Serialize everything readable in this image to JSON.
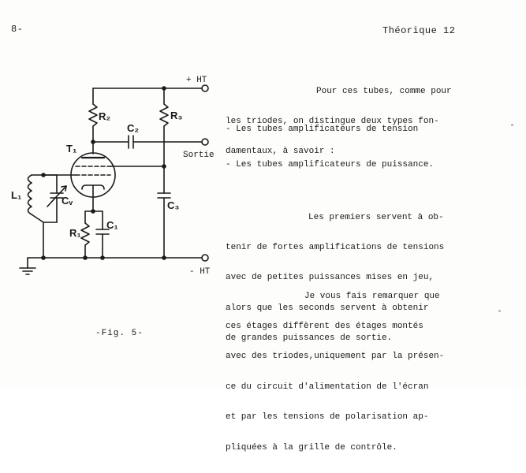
{
  "page_number": "8-",
  "header_title": "Théorique 12",
  "figure": {
    "caption": "-Fig. 5-",
    "labels": {
      "plus_ht": "+ HT",
      "minus_ht": "- HT",
      "sortie": "Sortie",
      "r2": "R₂",
      "r3": "R₃",
      "c2": "C₂",
      "t1": "T₁",
      "l1": "L₁",
      "cv": "Cᵥ",
      "c3": "C₃",
      "r1": "R₁",
      "c1": "C₁"
    }
  },
  "body": {
    "paragraph1": [
      "Pour ces tubes, comme pour",
      "les triodes, on distingue deux types fon-",
      "damentaux, à savoir :"
    ],
    "item1": "- Les tubes amplificateurs de tension",
    "item2": "- Les tubes amplificateurs de puissance.",
    "paragraph2": [
      "Les premiers servent à ob-",
      "tenir de fortes amplifications de tensions",
      "avec de petites puissances mises en jeu,",
      "alors que les seconds servent à obtenir",
      "de grandes puissances de sortie."
    ],
    "paragraph3": [
      "Je vous fais remarquer que",
      "ces étages diffèrent des étages montés",
      "avec des triodes,uniquement par la présen-",
      "ce du circuit d'alimentation de l'écran",
      "et par les tensions de polarisation ap-",
      "pliquées à la grille de contrôle."
    ]
  }
}
